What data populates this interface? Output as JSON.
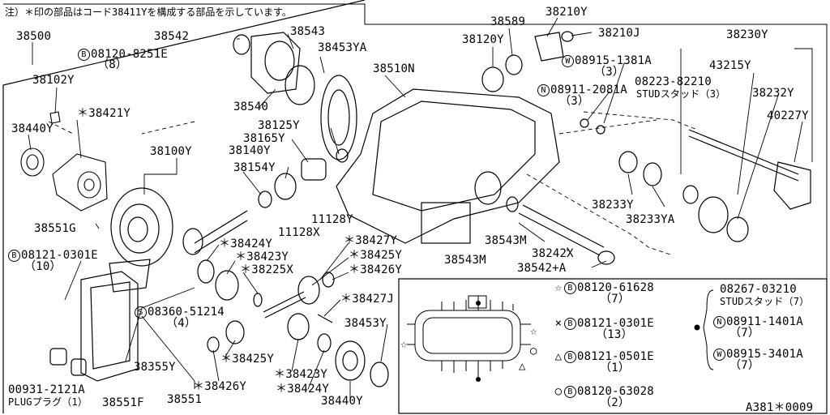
{
  "note": "注）＊印の部品はコード38411Yを構成する部品を示しています。",
  "figure_code": "A381＊0009",
  "labels": {
    "p38500": "38500",
    "p38102Y": "38102Y",
    "p38421Y": "＊38421Y",
    "p38440Y_l": "38440Y",
    "p38551G": "38551G",
    "p08121_0301E": "08121-0301E",
    "p08121_0301E_q": "（10）",
    "p38542": "38542",
    "p08120_8251E": "08120-8251E",
    "p08120_8251E_q": "（8）",
    "p38540": "38540",
    "p38543": "38543",
    "p38453YA": "38453YA",
    "p38100Y": "38100Y",
    "p38125Y": "38125Y",
    "p38165Y": "38165Y",
    "p38140Y": "38140Y",
    "p38154Y": "38154Y",
    "p38510N": "38510N",
    "p38589": "38589",
    "p38120Y": "38120Y",
    "p38210Y": "38210Y",
    "p38210J": "38210J",
    "p08915_1381A": "08915-1381A",
    "p08915_1381A_q": "（3）",
    "p08911_2081A": "08911-2081A",
    "p08911_2081A_q": "（3）",
    "p38230Y": "38230Y",
    "p43215Y": "43215Y",
    "p08223_82210": "08223-82210",
    "p08223_stud": "STUDスタッド（3）",
    "p38232Y": "38232Y",
    "p40227Y": "40227Y",
    "p11128Y": "11128Y",
    "p11128X": "11128X",
    "p38424Y_a": "＊38424Y",
    "p38423Y_a": "＊38423Y",
    "p38225X": "＊38225X",
    "p08360_51214": "08360-51214",
    "p08360_51214_q": "（4）",
    "p38355Y": "38355Y",
    "p38427Y": "＊38427Y",
    "p38425Y_a": "＊38425Y",
    "p38426Y_a": "＊38426Y",
    "p38427J": "＊38427J",
    "p38425Y_b": "＊38425Y",
    "p38426Y_b": "＊38426Y",
    "p38423Y_b": "＊38423Y",
    "p38424Y_b": "＊38424Y",
    "p38453Y": "38453Y",
    "p38440Y_b": "38440Y",
    "p38233Y": "38233Y",
    "p38233YA": "38233YA",
    "p38543M_a": "38543M",
    "p38543M_b": "38543M",
    "p38242X": "38242X",
    "p38542A": "38542+A",
    "p00931": "00931-2121A",
    "p_plug": "PLUGプラグ（1）",
    "p38551F": "38551F",
    "p38551": "38551"
  },
  "legend": {
    "b_mark": "B",
    "n_mark": "N",
    "w_mark": "W",
    "s_mark": "S",
    "star_symbol": "☆",
    "x_symbol": "×",
    "tri_symbol": "△",
    "o_symbol": "○",
    "dot_symbol": "●",
    "star_part": "08120-61628",
    "star_qty": "（7）",
    "x_part": "08121-0301E",
    "x_qty": "（13）",
    "tri_part": "08121-0501E",
    "tri_qty": "（1）",
    "o_part": "08120-63028",
    "o_qty": "（2）",
    "dot_part": "08267-03210",
    "dot_stud": "STUDスタッド（7）",
    "n_part": "08911-1401A",
    "n_qty": "（7）",
    "w_part": "08915-3401A",
    "w_qty": "（7）"
  }
}
